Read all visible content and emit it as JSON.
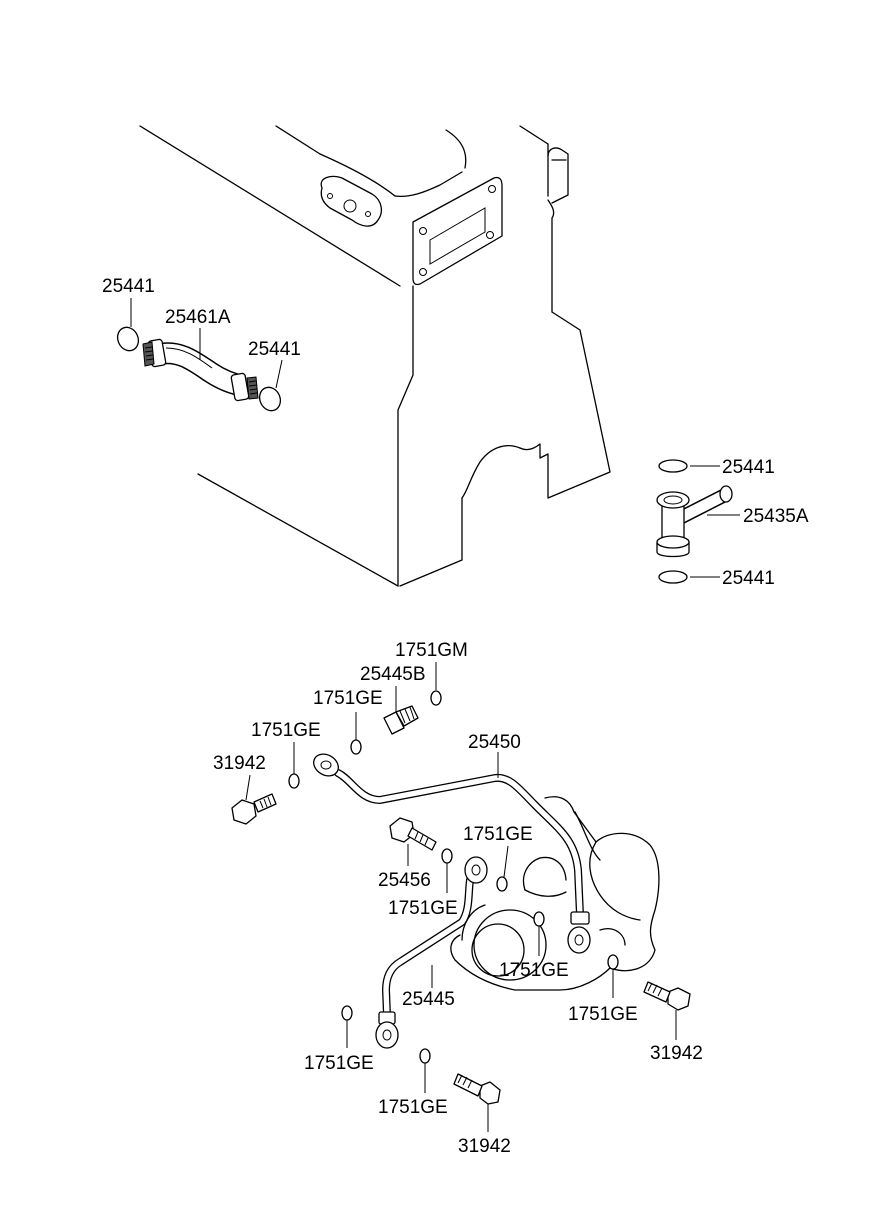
{
  "diagram": {
    "labels": {
      "l1": "25441",
      "l2": "25461A",
      "l3": "25441",
      "l4": "25441",
      "l5": "25435A",
      "l6": "25441",
      "l7": "1751GM",
      "l8": "25445B",
      "l9": "1751GE",
      "l10": "1751GE",
      "l11": "25450",
      "l12": "31942",
      "l13": "1751GE",
      "l14": "25456",
      "l15": "1751GE",
      "l16": "1751GE",
      "l17": "25445",
      "l18": "1751GE",
      "l19": "31942",
      "l20": "1751GE",
      "l21": "1751GE",
      "l22": "31942"
    }
  }
}
